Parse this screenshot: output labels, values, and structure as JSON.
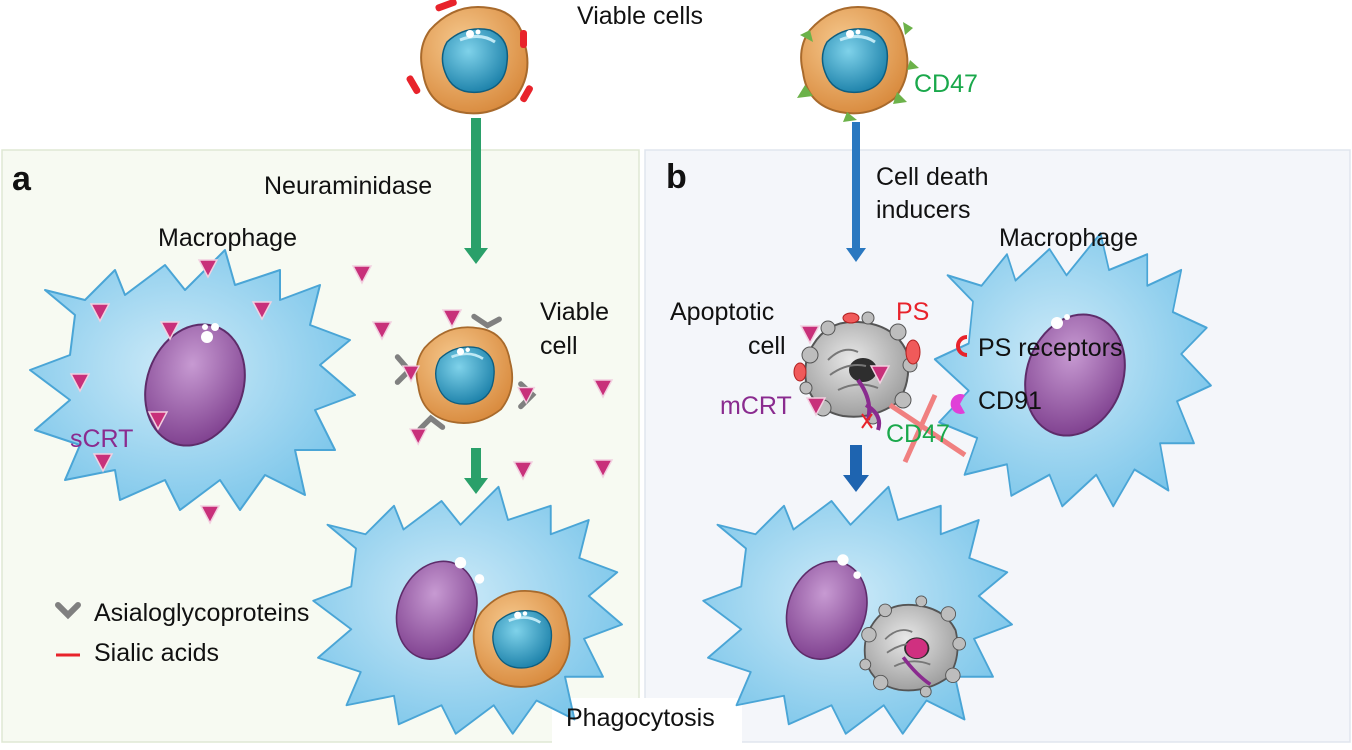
{
  "panel_a": {
    "letter": "a",
    "top_label": "Viable cells",
    "arrow_label": "Neuraminidase",
    "macrophage_label": "Macrophage",
    "viable_cell_label_1": "Viable",
    "viable_cell_label_2": "cell",
    "scrt_label": "sCRT",
    "legend": [
      {
        "label": "Asialoglycoproteins",
        "color": "#808080",
        "icon": "asialoglycoprotein-icon"
      },
      {
        "label": "Sialic acids",
        "color": "#e8232b",
        "icon": "sialic-acid-icon"
      }
    ],
    "bottom_label": "Phagocytosis"
  },
  "panel_b": {
    "letter": "b",
    "cd47_top_label": "CD47",
    "arrow_label_1": "Cell death",
    "arrow_label_2": "inducers",
    "macrophage_label": "Macrophage",
    "apoptotic_label_1": "Apoptotic",
    "apoptotic_label_2": "cell",
    "ps_label": "PS",
    "ps_receptors_label": "PS receptors",
    "cd91_label": "CD91",
    "mcrt_label": "mCRT",
    "cd47_label": "CD47"
  },
  "colors": {
    "macrophage": "#8fd0ee",
    "nucleus_purple": "#9a5ea8",
    "viable_cell": "#e8a45c",
    "viable_nucleus": "#2c9bc0",
    "crt": "#c8307a",
    "green_arrow": "#2aa06a",
    "blue_arrow": "#2a78c0",
    "cd47": "#6cb24a",
    "sialic": "#e8232b",
    "ps": "#f05a5a",
    "cd91": "#e040d8"
  }
}
